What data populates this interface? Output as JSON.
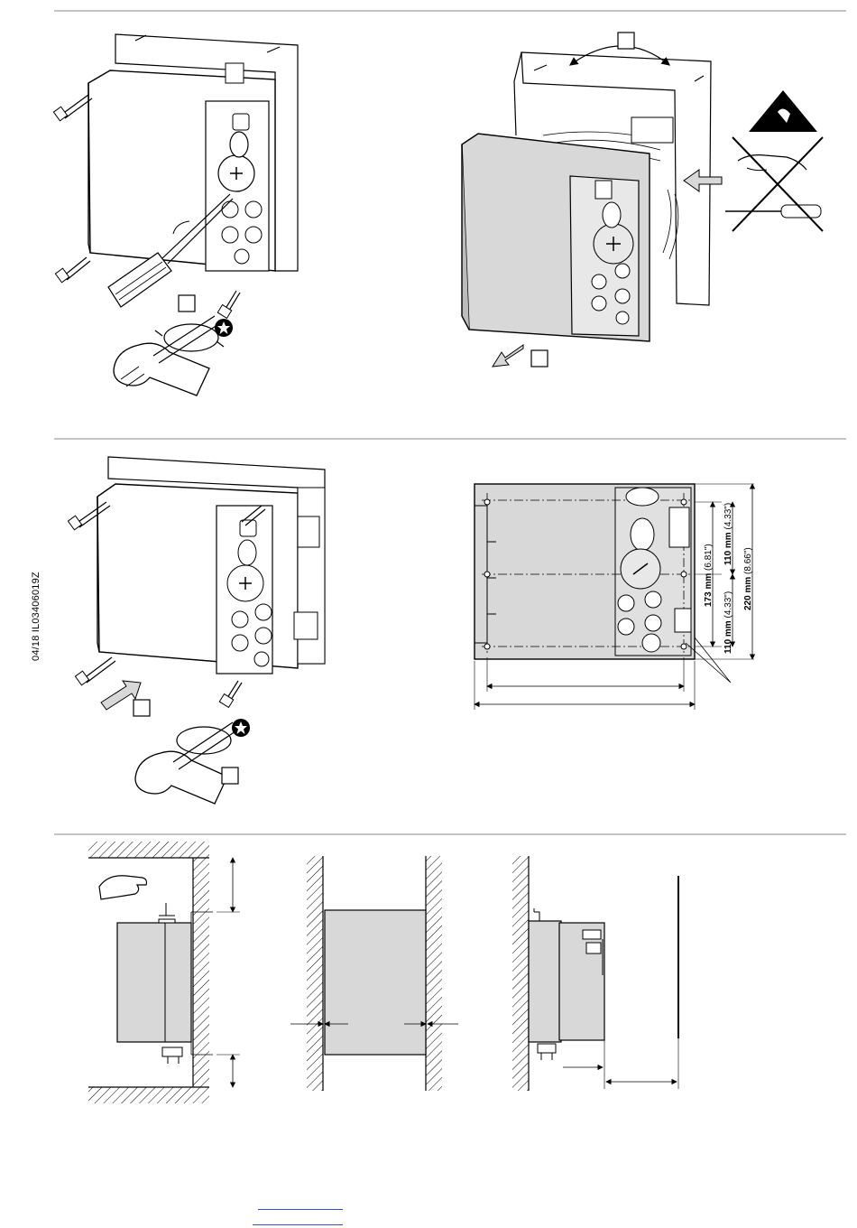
{
  "document_code": "04/18 IL03406019Z",
  "dimensions": {
    "d173": {
      "value": "173 mm",
      "inch": "(6.81\")"
    },
    "d110_top": {
      "value": "110 mm",
      "inch": "(4.33\")"
    },
    "d110_bottom": {
      "value": "110 mm",
      "inch": "(4.33\")"
    },
    "d220": {
      "value": "220 mm",
      "inch": "(8.66\")"
    }
  },
  "colors": {
    "housing": "#d8d8d8",
    "line": "#000000",
    "link": "#3050d0"
  },
  "icons": [
    "torx-star-icon",
    "rotate-arrow-icon",
    "esd-warning-icon",
    "no-touch-icon",
    "screwdriver-icon",
    "hand-icon",
    "push-arrow-icon"
  ]
}
